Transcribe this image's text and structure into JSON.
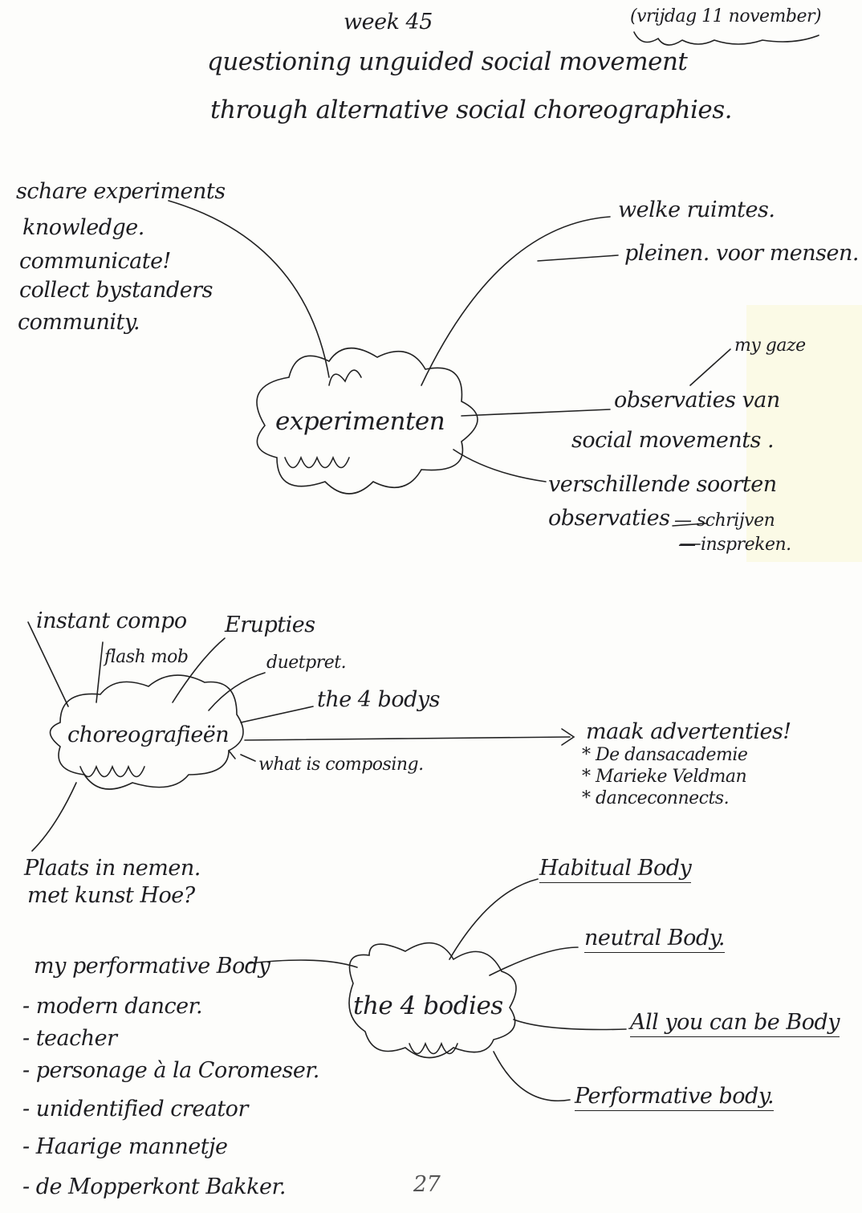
{
  "header": {
    "week": "week 45",
    "date": "(vrijdag 11 november)",
    "title_line1": "questioning unguided social movement",
    "title_line2": "through alternative social choreographies."
  },
  "map1": {
    "center": "experimenten",
    "left_notes": [
      "schare experiments",
      "knowledge.",
      "communicate!",
      "collect bystanders",
      "community."
    ],
    "right_top": [
      "welke ruimtes.",
      "pleinen. voor mensen."
    ],
    "gaze": "my gaze",
    "observations": [
      "observaties van",
      "social movements ."
    ],
    "kinds": [
      "verschillende soorten",
      "observaties",
      "— schrijven",
      "— inspreken."
    ]
  },
  "map2": {
    "center": "choreografieën",
    "branches": [
      "instant compo",
      "flash mob",
      "Erupties",
      "duetpret.",
      "the 4 bodys",
      "what is composing."
    ],
    "ads_title": "maak advertenties!",
    "ads": [
      "* De dansacademie",
      "* Marieke Veldman",
      "* danceconnects."
    ],
    "place": [
      "Plaats in nemen.",
      "met kunst Hoe?"
    ]
  },
  "map3": {
    "center": "the 4 bodies",
    "bodies": [
      "Habitual Body",
      "neutral Body.",
      "All you can be Body",
      "Performative body."
    ],
    "performative_title": "my performative Body",
    "performative_list": [
      "- modern dancer.",
      "- teacher",
      "- personage à la Coromeser.",
      "- unidentified creator",
      "- Haarige mannetje",
      "- de Mopperkont Bakker."
    ]
  },
  "page_number": "27"
}
